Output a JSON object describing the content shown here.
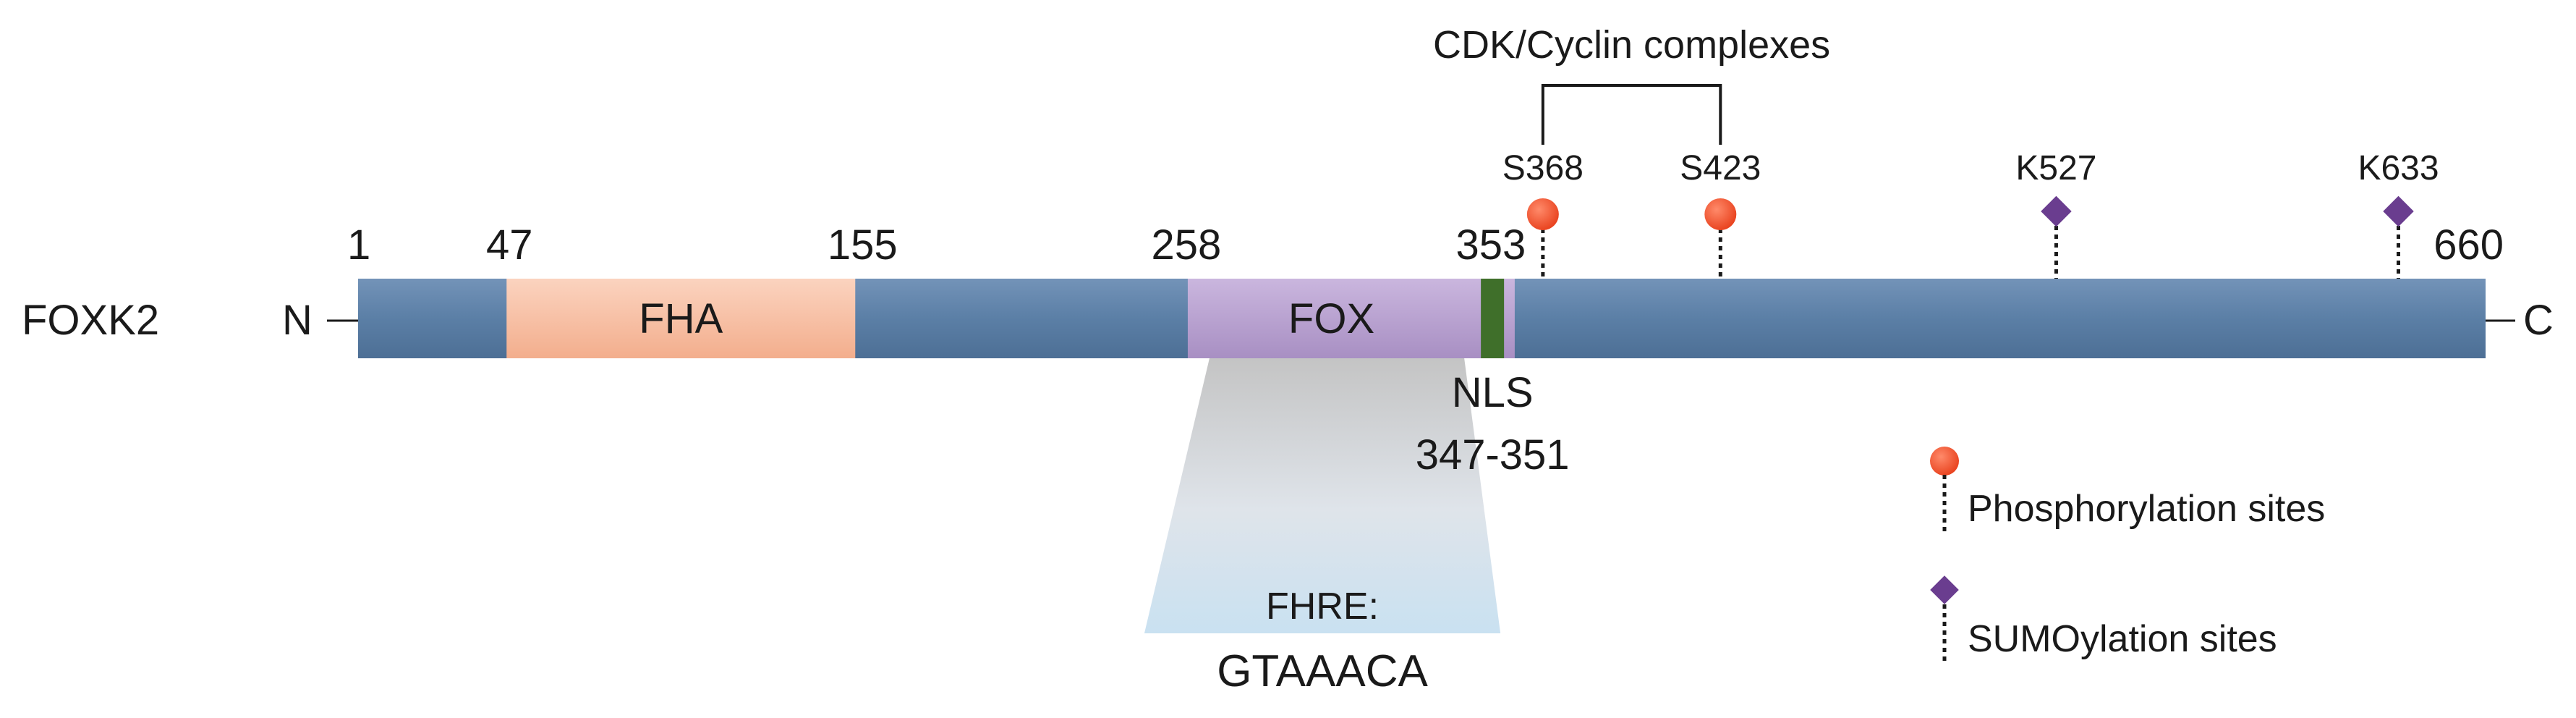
{
  "protein": {
    "name": "FOXK2",
    "n_terminus": "N",
    "c_terminus": "C",
    "length": 660
  },
  "position_labels": [
    "1",
    "47",
    "155",
    "258",
    "353",
    "660"
  ],
  "domains": [
    {
      "label": "FHA",
      "start": 47,
      "end": 155,
      "color": "#f6bca0"
    },
    {
      "label": "FOX",
      "start": 258,
      "end": 353,
      "color": "#b39dcc"
    }
  ],
  "nls": {
    "label": "NLS",
    "range": "347-351",
    "start": 347,
    "end": 351,
    "color": "#3f6f2a"
  },
  "backbone_color": "#5b7fa6",
  "phosphorylation_sites": [
    {
      "label": "S368",
      "position": 368
    },
    {
      "label": "S423",
      "position": 423
    }
  ],
  "sumoylation_sites": [
    {
      "label": "K527",
      "position": 527
    },
    {
      "label": "K633",
      "position": 633
    }
  ],
  "kinase_bracket": {
    "label": "CDK/Cyclin complexes"
  },
  "fhre": {
    "label": "FHRE:",
    "sequence": "GTAAACA"
  },
  "legend": {
    "phosphorylation": {
      "label": "Phosphorylation sites",
      "color": "#f0502d"
    },
    "sumoylation": {
      "label": "SUMOylation sites",
      "color": "#6a3d8f"
    }
  }
}
